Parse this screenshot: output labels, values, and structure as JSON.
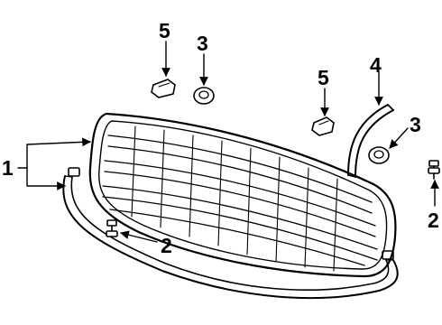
{
  "callouts": [
    {
      "id": "c1",
      "label": "1"
    },
    {
      "id": "c2a",
      "label": "2"
    },
    {
      "id": "c2b",
      "label": "2"
    },
    {
      "id": "c3a",
      "label": "3"
    },
    {
      "id": "c3b",
      "label": "3"
    },
    {
      "id": "c4",
      "label": "4"
    },
    {
      "id": "c5a",
      "label": "5"
    },
    {
      "id": "c5b",
      "label": "5"
    }
  ]
}
